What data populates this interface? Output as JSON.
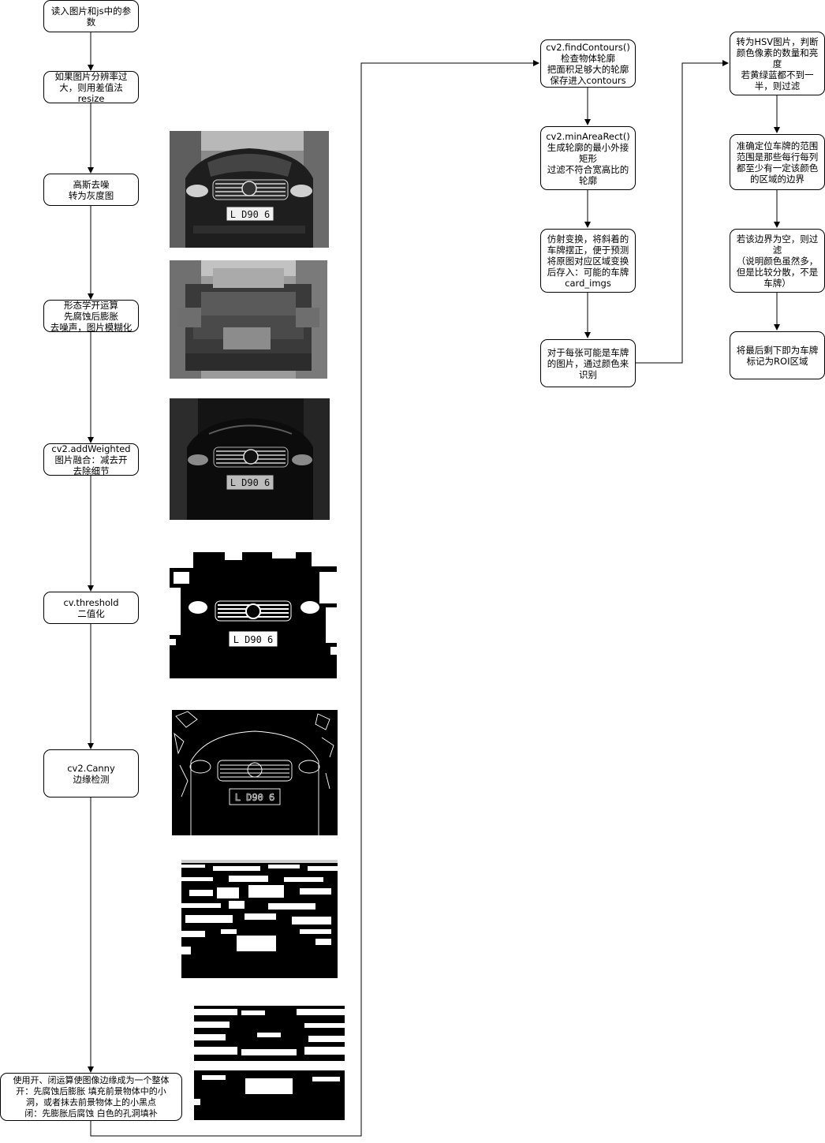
{
  "nodes": {
    "read": "读入图片和js中的参数",
    "resize": "如果图片分辨率过\n大，则用差值法resize",
    "gauss": "高斯去噪\n转为灰度图",
    "morph": "形态学开运算\n先腐蚀后膨胀\n去噪声，图片模糊化",
    "weighted": "cv2.addWeighted\n图片融合：减去开\n去除细节",
    "threshold": "cv.threshold\n二值化",
    "canny": "cv2.Canny\n边缘检测",
    "openclose": "使用开、闭运算使图像边缘成为一个整体\n开：先腐蚀后膨胀 填充前景物体中的小\n洞，或者抹去前景物体上的小黑点\n闭：先膨胀后腐蚀 白色的孔洞填补",
    "contours": "cv2.findContours()\n检查物体轮廓\n把面积足够大的轮廓\n保存进入contours",
    "minrect": "cv2.minAreaRect()\n生成轮廓的最小外接\n矩形\n过滤不符合宽高比的\n轮廓",
    "affine": "仿射变换，将斜着的\n车牌摆正，便于预测\n将原图对应区域变换\n后存入：可能的车牌\ncard_imgs",
    "color": "对于每张可能是车牌\n的图片，通过颜色来\n识别",
    "hsv": "转为HSV图片，判断\n颜色像素的数量和亮\n度\n若黄绿蓝都不到一\n半，则过滤",
    "locate": "准确定位车牌的范围\n范围是那些每行每列\n都至少有一定该颜色\n的区域的边界",
    "empty": "若该边界为空，则过\n滤\n（说明颜色虽然多，\n但是比较分散，不是\n车牌）",
    "roi": "将最后剩下即为车牌\n标记为ROI区域"
  },
  "plate_text": "L D90 6"
}
